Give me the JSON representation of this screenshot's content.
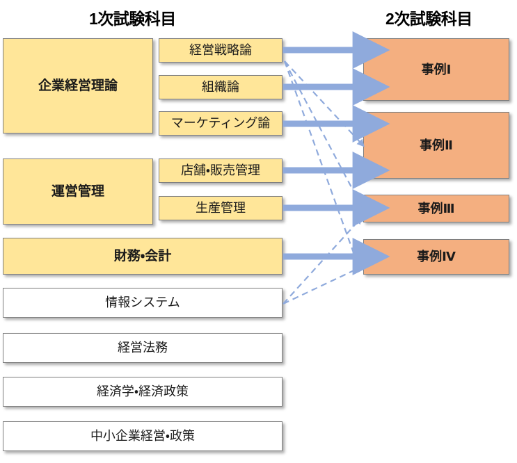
{
  "headings": {
    "primary": "1次試験科目",
    "secondary": "2次試験科目"
  },
  "colors": {
    "yellow_fill": "#FFE699",
    "orange_fill": "#F4AF80",
    "box_border": "#7F7F7F",
    "arrow_blue": "#8FAADC",
    "text": "#1A1A1A",
    "background": "#FFFFFF"
  },
  "primary_subjects": {
    "major_yellow": [
      {
        "label": "企業経営理論",
        "bold": true
      },
      {
        "label": "運営管理",
        "bold": true
      },
      {
        "label": "財務・会計",
        "bold": true
      }
    ],
    "sub_yellow": [
      {
        "label": "経営戦略論"
      },
      {
        "label": "組織論"
      },
      {
        "label": "マーケティング論"
      },
      {
        "label": "店舗・販売管理"
      },
      {
        "label": "生産管理"
      }
    ],
    "plain_white": [
      {
        "label": "情報システム"
      },
      {
        "label": "経営法務"
      },
      {
        "label": "経済学・経済政策"
      },
      {
        "label": "中小企業経営・政策"
      }
    ]
  },
  "secondary_subjects": [
    {
      "label": "事例Ⅰ"
    },
    {
      "label": "事例Ⅱ"
    },
    {
      "label": "事例Ⅲ"
    },
    {
      "label": "事例Ⅳ"
    }
  ],
  "connections": {
    "solid": [
      {
        "from": "経営戦略論",
        "to": "事例Ⅰ"
      },
      {
        "from": "組織論",
        "to": "事例Ⅰ"
      },
      {
        "from": "マーケティング論",
        "to": "事例Ⅱ"
      },
      {
        "from": "店舗・販売管理",
        "to": "事例Ⅱ"
      },
      {
        "from": "生産管理",
        "to": "事例Ⅲ"
      },
      {
        "from": "財務・会計",
        "to": "事例Ⅳ"
      }
    ],
    "dashed": [
      {
        "from": "経営戦略論",
        "to": "事例Ⅱ"
      },
      {
        "from": "経営戦略論",
        "to": "事例Ⅲ"
      },
      {
        "from": "経営戦略論",
        "to": "事例Ⅳ"
      },
      {
        "from": "情報システム",
        "to": "事例Ⅲ"
      },
      {
        "from": "情報システム",
        "to": "事例Ⅳ"
      }
    ]
  }
}
